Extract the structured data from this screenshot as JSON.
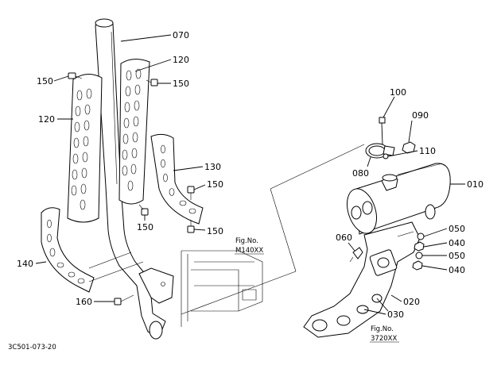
{
  "labels": {
    "p070": "070",
    "p120a": "120",
    "p120b": "120",
    "p150a": "150",
    "p150b": "150",
    "p150c": "150",
    "p150d": "150",
    "p150e": "150",
    "p130": "130",
    "p140": "140",
    "p160": "160",
    "p100": "100",
    "p090": "090",
    "p110": "110",
    "p080": "080",
    "p010": "010",
    "p060": "060",
    "p050a": "050",
    "p040a": "040",
    "p050b": "050",
    "p040b": "040",
    "p020": "020",
    "p030": "030"
  },
  "references": {
    "fig_a_title": "Fig.No.",
    "fig_a_code": "M140XX",
    "fig_b_title": "Fig.No.",
    "fig_b_code": "3720XX"
  },
  "drawing_code": "3C501-073-20"
}
